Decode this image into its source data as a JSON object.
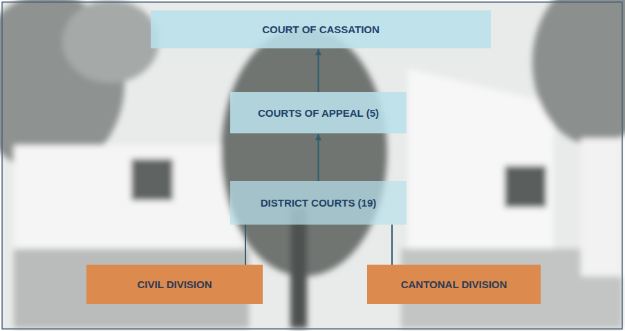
{
  "diagram": {
    "nodes": [
      {
        "text": [
          "COURT OF CASSATION"
        ]
      },
      {
        "text": [
          "COURTS OF APPEAL (5)"
        ]
      },
      {
        "text": [
          "DISTRICT COURTS (19)"
        ]
      },
      {
        "text": [
          "CIVIL DIVISION"
        ]
      },
      {
        "text": [
          "CANTONAL DIVISION"
        ]
      }
    ],
    "edges": [
      {
        "from": 2,
        "to": 1,
        "arrow": "to"
      },
      {
        "from": 1,
        "to": 0,
        "arrow": "to"
      },
      {
        "from": 2,
        "to": 3,
        "arrow": "none"
      },
      {
        "from": 2,
        "to": 4,
        "arrow": "none"
      }
    ]
  }
}
